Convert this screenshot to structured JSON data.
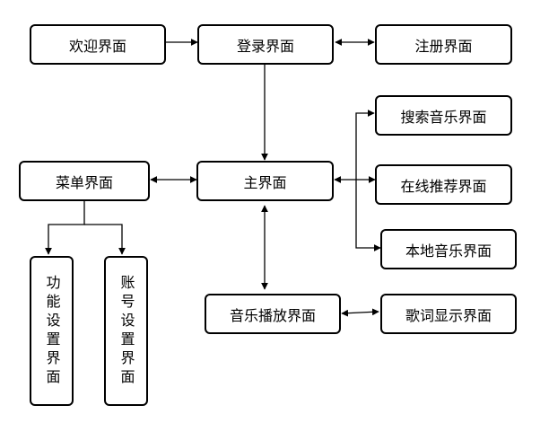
{
  "nodes": {
    "welcome": "欢迎界面",
    "login": "登录界面",
    "register": "注册界面",
    "search": "搜索音乐界面",
    "online": "在线推荐界面",
    "local": "本地音乐界面",
    "main": "主界面",
    "menu": "菜单界面",
    "function_settings": "功能设置界面",
    "account_settings": "账号设置界面",
    "player": "音乐播放界面",
    "lyrics": "歌词显示界面"
  }
}
